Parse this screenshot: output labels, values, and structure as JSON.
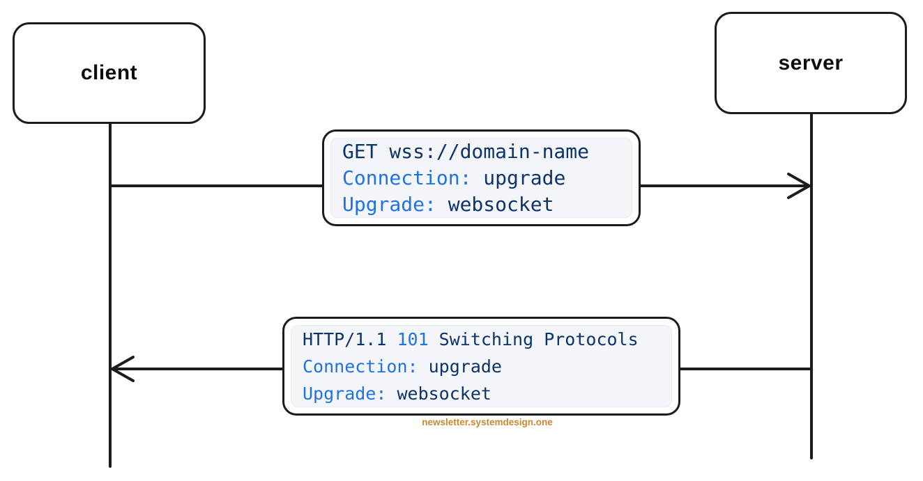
{
  "diagram": {
    "actors": [
      {
        "id": "client",
        "label": "client"
      },
      {
        "id": "server",
        "label": "server"
      }
    ],
    "messages": [
      {
        "id": "websocket-upgrade-request",
        "from": "client",
        "to": "server",
        "lines": [
          {
            "segments": [
              {
                "t": "GET wss://domain-name",
                "c": "navy"
              }
            ]
          },
          {
            "segments": [
              {
                "t": "Connection:",
                "c": "blue"
              },
              {
                "t": " upgrade",
                "c": "navy"
              }
            ]
          },
          {
            "segments": [
              {
                "t": "Upgrade:",
                "c": "blue"
              },
              {
                "t": " websocket",
                "c": "navy"
              }
            ]
          }
        ]
      },
      {
        "id": "switching-protocols-response",
        "from": "server",
        "to": "client",
        "lines": [
          {
            "segments": [
              {
                "t": "HTTP/1.1 ",
                "c": "navy"
              },
              {
                "t": "101",
                "c": "blue"
              },
              {
                "t": " Switching Protocols",
                "c": "navy"
              }
            ]
          },
          {
            "segments": [
              {
                "t": "Connection:",
                "c": "blue"
              },
              {
                "t": " upgrade",
                "c": "navy"
              }
            ]
          },
          {
            "segments": [
              {
                "t": "Upgrade:",
                "c": "blue"
              },
              {
                "t": " websocket",
                "c": "navy"
              }
            ]
          }
        ]
      }
    ],
    "watermark": "newsletter.systemdesign.one",
    "colors": {
      "blue": "#2272dd",
      "navy": "#0e3368",
      "stroke": "#1c1c1c",
      "code_bg": "#f3f5f8",
      "watermark": "#c8882f"
    }
  }
}
